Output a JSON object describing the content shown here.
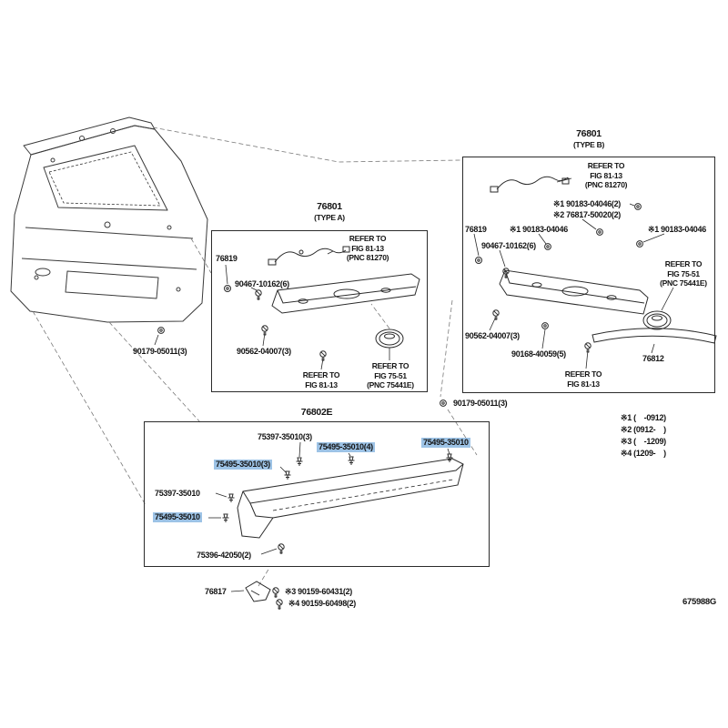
{
  "colors": {
    "highlight": "#9DC3E6",
    "ink": "#141414"
  },
  "drawing_code": "675988G",
  "typeA": {
    "title": "76801",
    "subtitle": "(TYPE A)",
    "refer_fig8113_pnc": "REFER TO\nFIG 81-13\n(PNC 81270)",
    "part_76819": "76819",
    "part_90467": "90467-10162(6)",
    "part_90562": "90562-04007(3)",
    "refer_fig8113": "REFER TO\nFIG 81-13",
    "refer_fig7551": "REFER TO\nFIG 75-51\n(PNC 75441E)"
  },
  "typeB": {
    "title": "76801",
    "subtitle": "(TYPE B)",
    "refer_fig8113_pnc": "REFER TO\nFIG 81-13\n(PNC 81270)",
    "note1_clip2": "※1 90183-04046(2)",
    "note2_clip2": "※2 76817-50020(2)",
    "part_76819": "76819",
    "part_90467": "90467-10162(6)",
    "note1_left": "※1 90183-04046",
    "note1_right": "※1 90183-04046",
    "refer_fig7551": "REFER TO\nFIG 75-51\n(PNC 75441E)",
    "part_90562": "90562-04007(3)",
    "part_90168": "90168-40059(5)",
    "refer_fig8113": "REFER TO\nFIG 81-13",
    "part_76812": "76812"
  },
  "fasteners": {
    "bolt_left": "90179-05011(3)",
    "bolt_right": "90179-05011(3)"
  },
  "lowerGarnish": {
    "title": "76802E",
    "p75397_3": "75397-35010(3)",
    "p75495_4": "75495-35010(4)",
    "p75495_right": "75495-35010",
    "p75495_3": "75495-35010(3)",
    "p75397": "75397-35010",
    "p75495_left": "75495-35010",
    "p75396": "75396-42050(2)"
  },
  "bracket": {
    "part_76817": "76817",
    "note3_screw": "※3 90159-60431(2)",
    "note4_screw": "※4 90159-60498(2)"
  },
  "notes": [
    "※1 (    -0912)",
    "※2 (0912-    )",
    "※3 (    -1209)",
    "※4 (1209-    )"
  ]
}
